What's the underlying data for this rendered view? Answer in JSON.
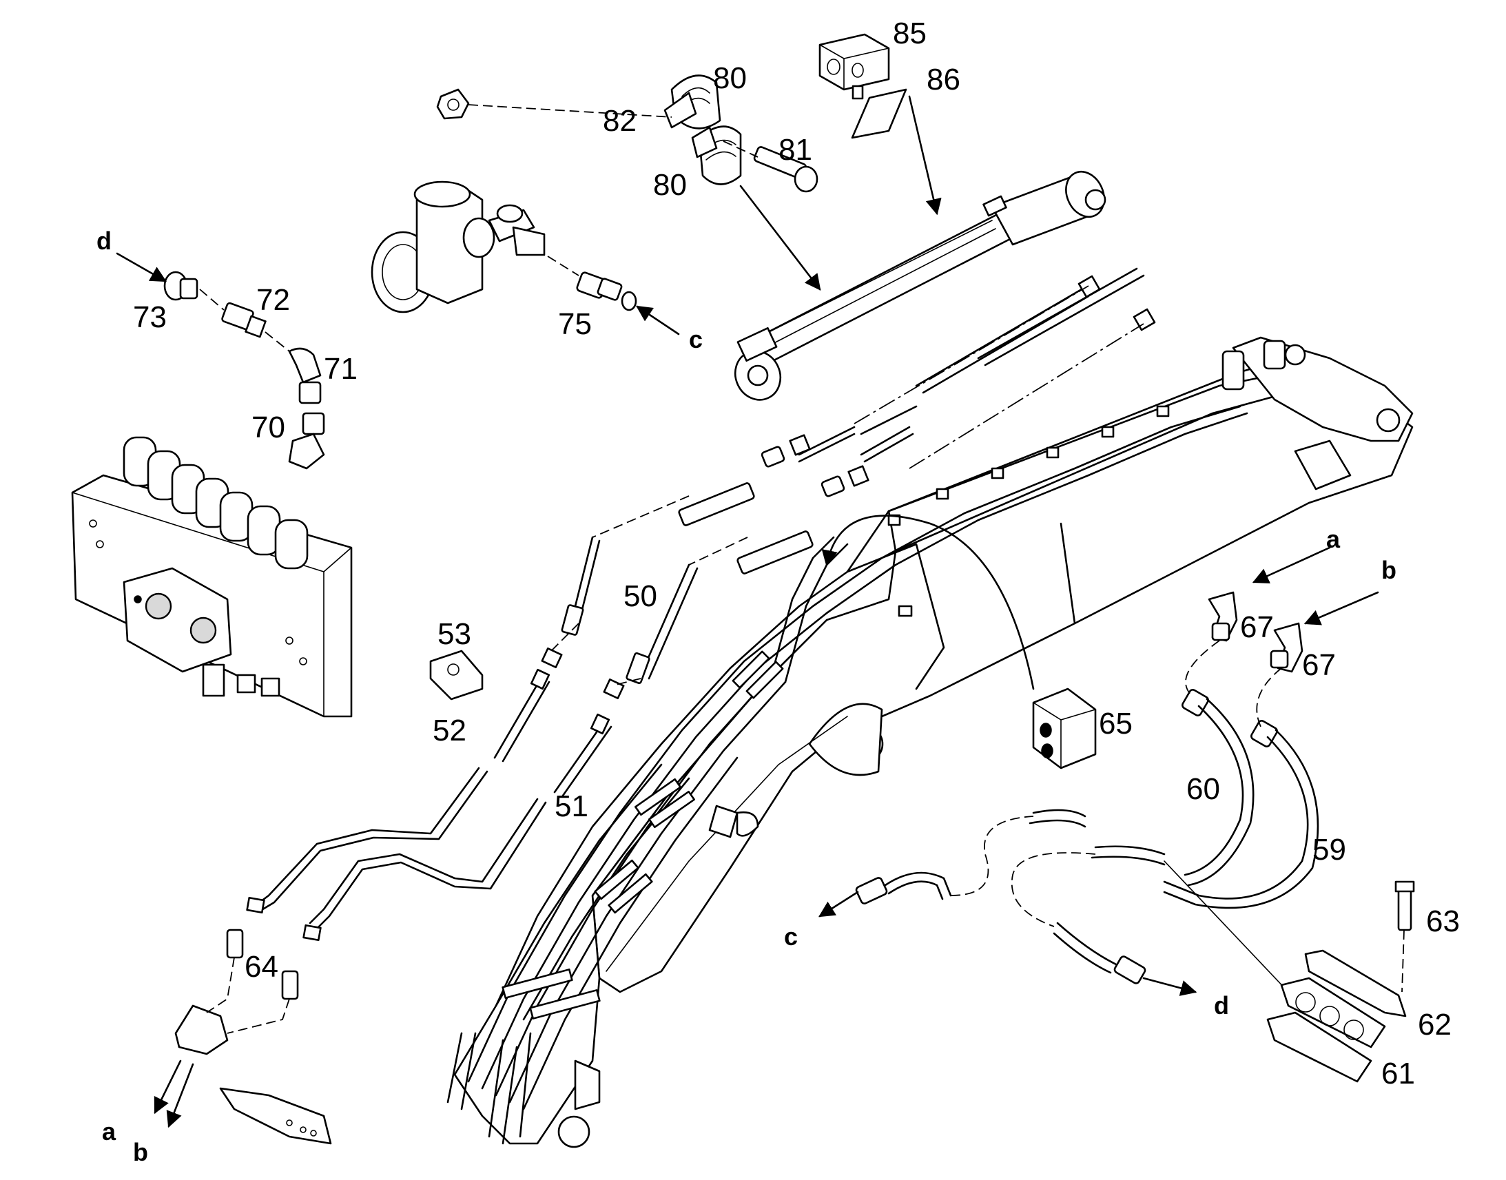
{
  "callouts": {
    "c85": "85",
    "c86": "86",
    "c80a": "80",
    "c80b": "80",
    "c82": "82",
    "c81": "81",
    "c73": "73",
    "c72": "72",
    "c71": "71",
    "c70": "70",
    "c75": "75",
    "c50": "50",
    "c53": "53",
    "c52": "52",
    "c51": "51",
    "c64": "64",
    "c65": "65",
    "c67a": "67",
    "c67b": "67",
    "c60": "60",
    "c59": "59",
    "c63": "63",
    "c62": "62",
    "c61": "61"
  },
  "connection_letters": {
    "d_top": "d",
    "c_top": "c",
    "a_right": "a",
    "b_right": "b",
    "c_bottom": "c",
    "d_bottom": "d",
    "a_bottom": "a",
    "b_bottom": "b"
  }
}
